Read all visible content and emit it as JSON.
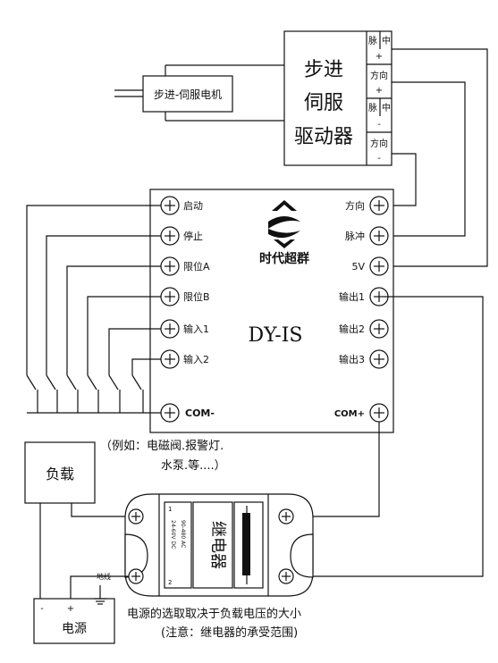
{
  "motor": {
    "label": "步进-伺服电机"
  },
  "driver": {
    "title_lines": [
      "步进",
      "伺服",
      "驱动器"
    ],
    "terminals": [
      {
        "top": "脉",
        "mid": "中",
        "sign": "+"
      },
      {
        "top": "方向",
        "mid": "",
        "sign": "+"
      },
      {
        "top": "脉",
        "mid": "中",
        "sign": "-"
      },
      {
        "top": "方向",
        "mid": "",
        "sign": "-"
      }
    ]
  },
  "controller": {
    "brand": "时代超群",
    "model": "DY-IS",
    "left_terminals": [
      "启动",
      "停止",
      "限位A",
      "限位B",
      "输入1",
      "输入2"
    ],
    "right_terminals": [
      "方向",
      "脉冲",
      "5V",
      "输出1",
      "输出2",
      "输出3"
    ],
    "com_minus": "COM-",
    "com_plus": "COM+"
  },
  "load": {
    "label": "负载",
    "note_line1": "（例如：电磁阀.报警灯.",
    "note_line2": "水泵.等....）"
  },
  "relay": {
    "title": "继电器",
    "spec_dc": "24-60V DC",
    "spec_ac": "90-480 AC",
    "pin1": "1",
    "pin2": "2"
  },
  "power": {
    "label": "电源",
    "minus": "-",
    "plus": "+",
    "ground": "地线"
  },
  "notes": {
    "line1": "电源的选取取决于负载电压的大小",
    "line2": "(注意：继电器的承受范围)"
  }
}
